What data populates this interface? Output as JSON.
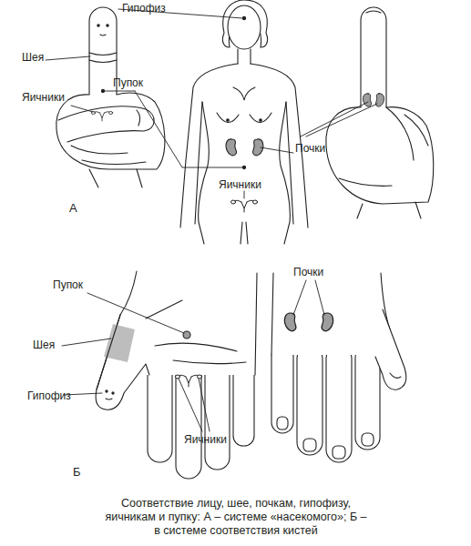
{
  "diagram": {
    "caption": "Соответствие лицу, шее, почкам, гипофизу, яичникам и пупку: А – системе «насекомого»; Б – в системе соответствия кистей",
    "labels": [
      "Гипофиз",
      "Шея",
      "Пупок",
      "Яичники",
      "Почки",
      "Яичники",
      "А",
      "Почки",
      "Пупок",
      "Шея",
      "Гипофиз",
      "Яичники",
      "Б"
    ]
  }
}
